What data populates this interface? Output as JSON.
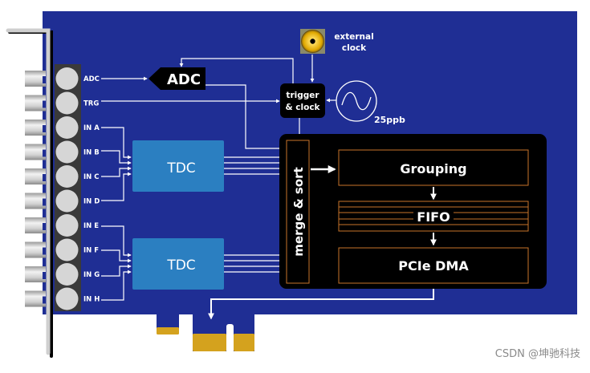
{
  "diagram": {
    "colors": {
      "board": "#1f2e94",
      "tdc": "#2b7fc1",
      "block_black": "#000000",
      "fpga_border": "#c8742a",
      "gold": "#d4a21e",
      "wire": "#ffffff",
      "bracket": "#cfcfcf"
    },
    "ports": [
      "ADC",
      "TRG",
      "IN A",
      "IN B",
      "IN C",
      "IN D",
      "IN E",
      "IN F",
      "IN G",
      "IN H"
    ],
    "blocks": {
      "adc": "ADC",
      "trigger_clock_line1": "trigger",
      "trigger_clock_line2": "& clock",
      "tdc_top": "TDC",
      "tdc_bottom": "TDC",
      "merge_sort": "merge & sort",
      "grouping": "Grouping",
      "fifo": "FIFO",
      "pcie_dma": "PCIe DMA"
    },
    "external_clock_line1": "external",
    "external_clock_line2": "clock",
    "oscillator_label": "25ppb"
  },
  "watermark": "CSDN @坤驰科技"
}
